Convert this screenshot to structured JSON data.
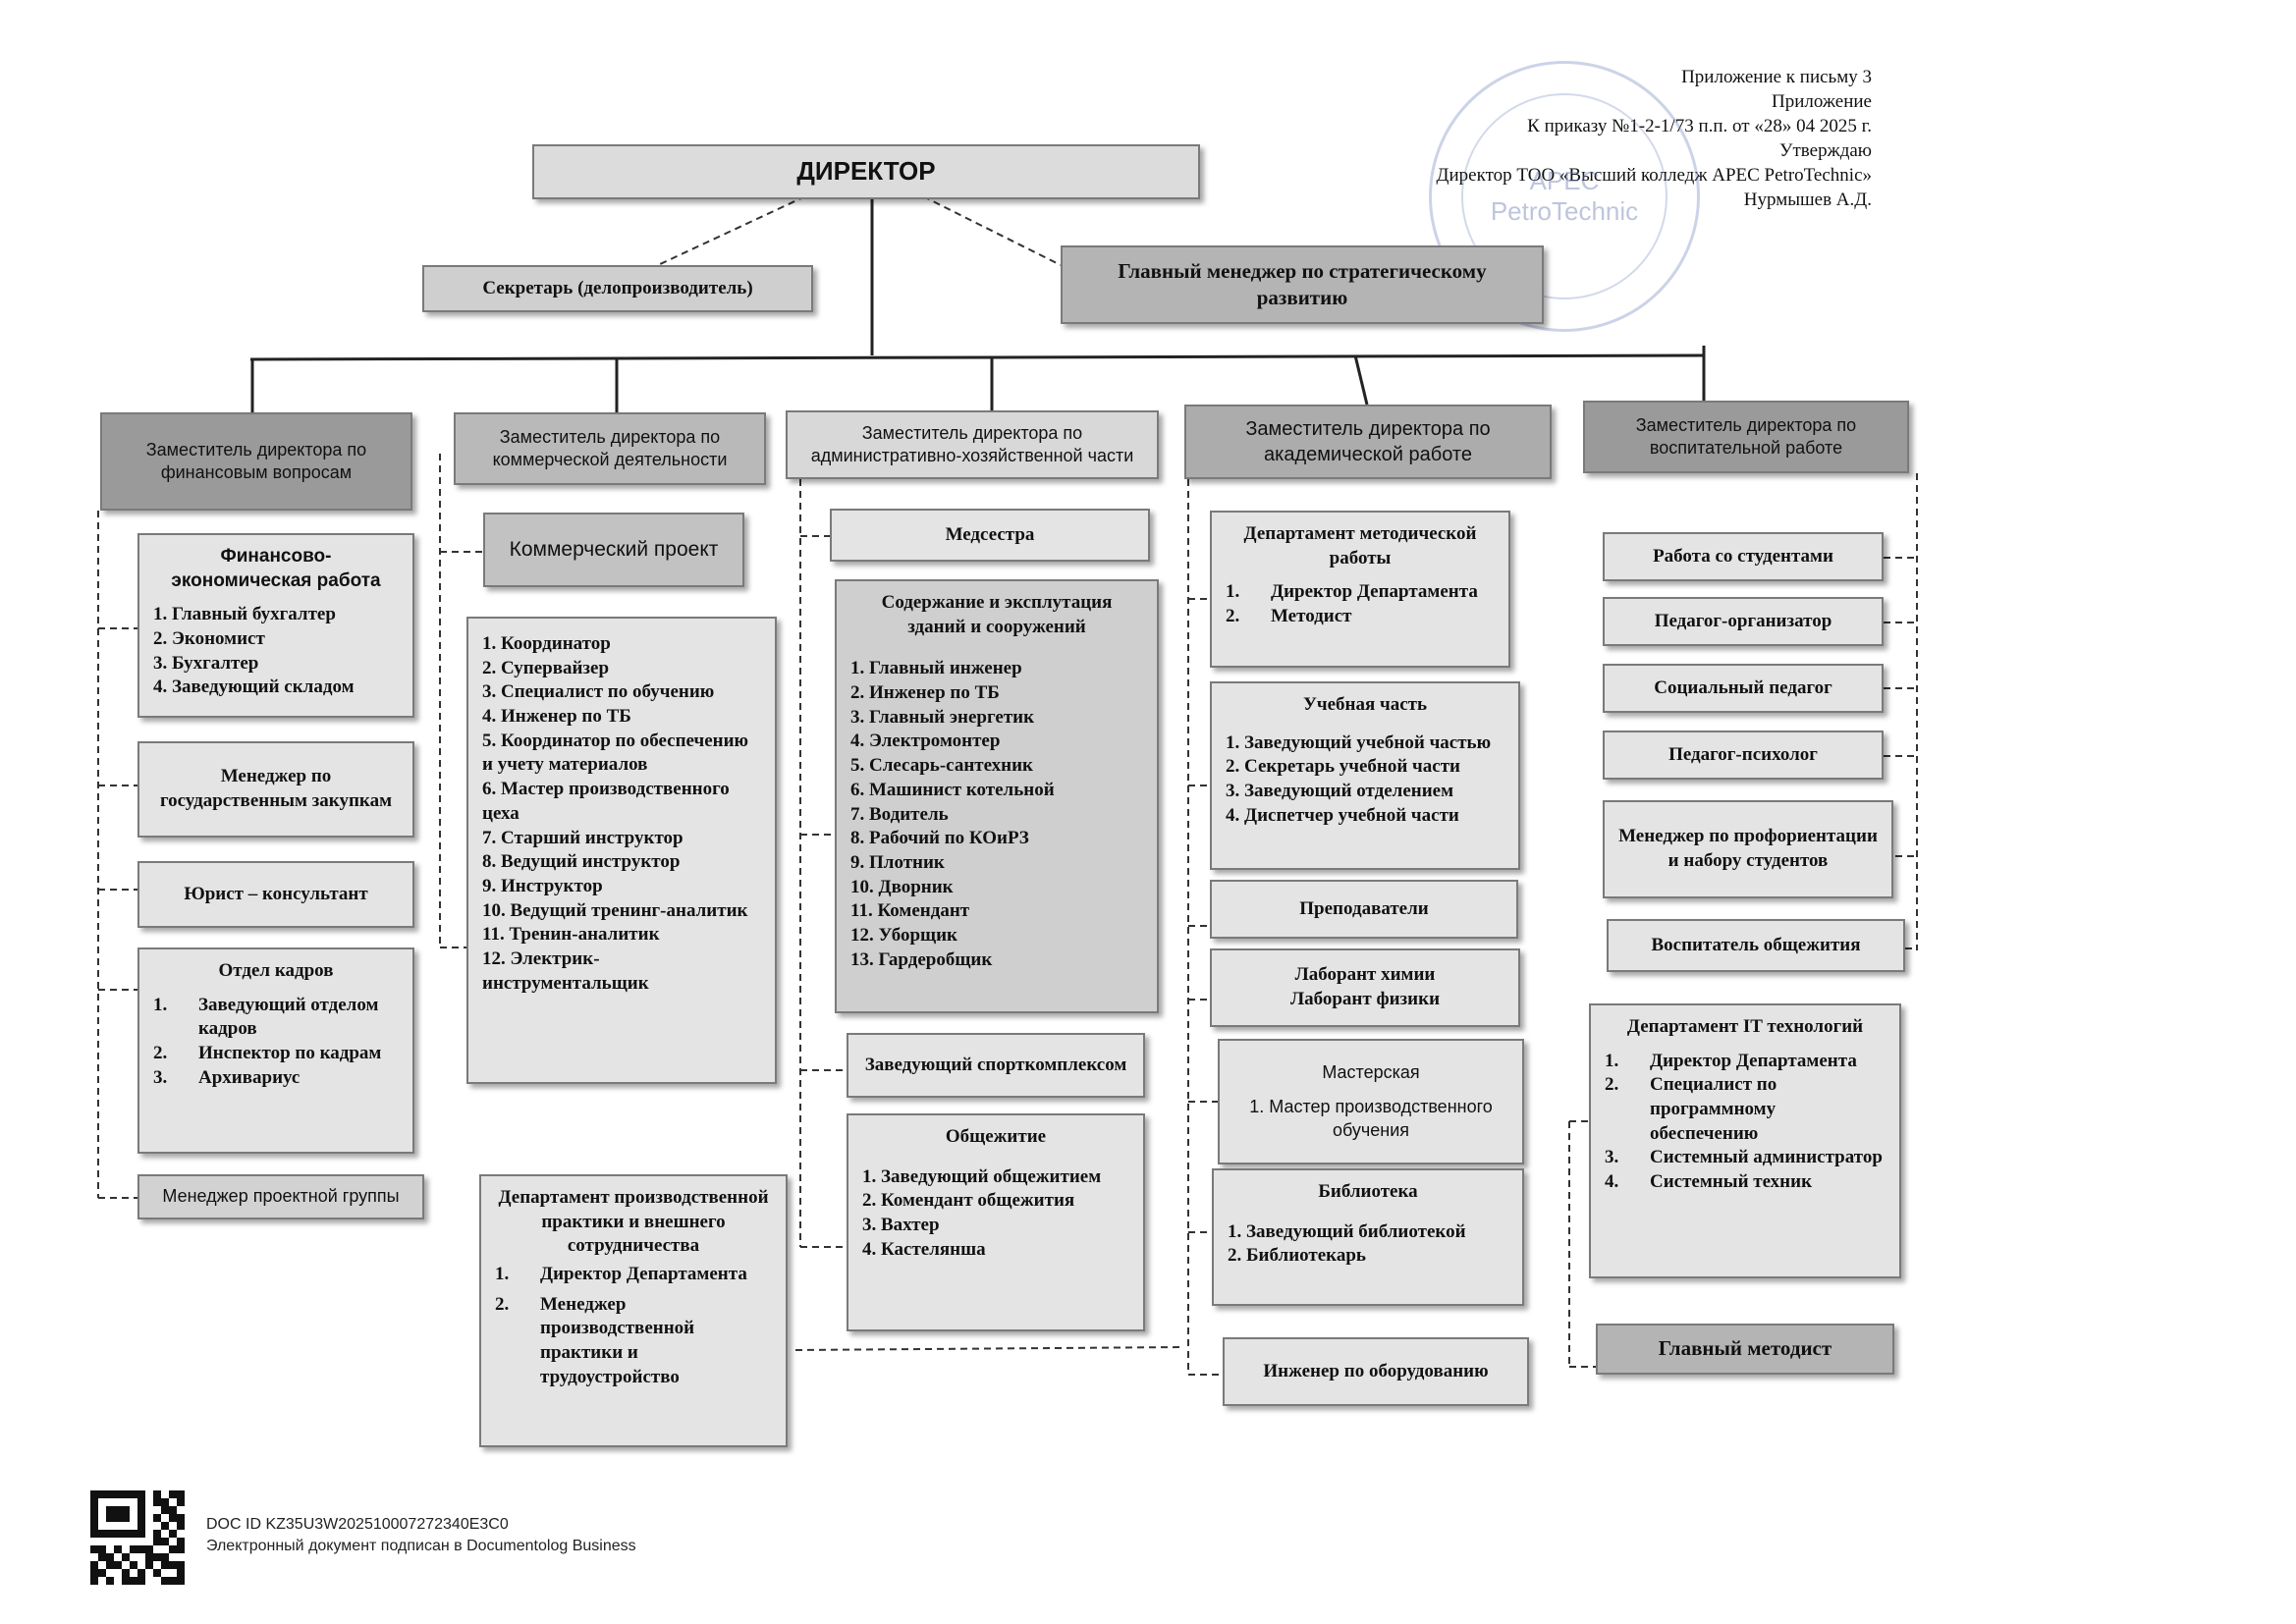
{
  "approval": {
    "line1": "Приложение к письму 3",
    "line2": "Приложение",
    "line3": "К приказу №1-2-1/73 п.п. от «28» 04 2025 г.",
    "line4": "Утверждаю",
    "line5": "Директор ТОО «Высший колледж APEC PetroTechnic»",
    "line6": "Нурмышев А.Д."
  },
  "stamp": {
    "text": "APEC PetroTechnic"
  },
  "director": "ДИРЕКТОР",
  "secretary": "Секретарь (делопроизводитель)",
  "strategy_manager": "Главный  менеджер по стратегическому развитию",
  "deputies": {
    "finance": "Заместитель директора по финансовым вопросам",
    "commercial": "Заместитель директора по коммерческой деятельности",
    "admin": "Заместитель директора по административно-хозяйственной части",
    "academic": "Заместитель директора по академической работе",
    "education": "Заместитель директора по воспитательной работе"
  },
  "finance": {
    "fin_econ": {
      "title": "Финансово-экономическая работа",
      "items": [
        "1. Главный бухгалтер",
        "2. Экономист",
        "3. Бухгалтер",
        "4. Заведующий складом"
      ]
    },
    "procurement": "Менеджер по государственным закупкам",
    "lawyer": "Юрист – консультант",
    "hr": {
      "title": "Отдел кадров",
      "items": [
        {
          "n": "1.",
          "t": "Заведующий отделом кадров"
        },
        {
          "n": "2.",
          "t": "Инспектор по кадрам"
        },
        {
          "n": "3.",
          "t": "Архивариус"
        }
      ]
    },
    "project_manager": "Менеджер проектной группы"
  },
  "commercial": {
    "project": "Коммерческий проект",
    "items": [
      "1. Координатор",
      "2. Супервайзер",
      "3. Специалист по обучению",
      "4. Инженер по ТБ",
      "5. Координатор по обеспечению и учету материалов",
      "6. Мастер производственного цеха",
      "7. Старший инструктор",
      "8. Ведущий инструктор",
      "9. Инструктор",
      "10. Ведущий тренинг-аналитик",
      "11. Тренин-аналитик",
      "12. Электрик-инструментальщик"
    ],
    "practice": {
      "title": "Департамент производственной практики и внешнего сотрудничества",
      "items": [
        {
          "n": "1.",
          "t": "Директор Департамента"
        },
        {
          "n": "2.",
          "t": "Менеджер производственной практики и трудоустройство"
        }
      ]
    }
  },
  "admin": {
    "nurse": "Медсестра",
    "maintenance": {
      "title": "Содержание и эксплутация зданий и сооружений",
      "items": [
        "1. Главный инженер",
        "2. Инженер по ТБ",
        "3. Главный энергетик",
        "4. Электромонтер",
        "5. Слесарь-сантехник",
        "6. Машинист котельной",
        "7. Водитель",
        "8. Рабочий по КОиРЗ",
        "9. Плотник",
        "10. Дворник",
        "11. Комендант",
        "12. Уборщик",
        "13. Гардеробщик"
      ]
    },
    "sports": "Заведующий спорткомплексом",
    "dorm": {
      "title": "Общежитие",
      "items": [
        "1. Заведующий общежитием",
        "2. Комендант общежития",
        "3. Вахтер",
        "4. Кастелянша"
      ]
    }
  },
  "academic": {
    "methodical": {
      "title": "Департамент методической работы",
      "items": [
        {
          "n": "1.",
          "t": "Директор Департамента"
        },
        {
          "n": "2.",
          "t": "Методист"
        }
      ]
    },
    "study": {
      "title": "Учебная часть",
      "items": [
        "1. Заведующий учебной частью",
        "2. Секретарь учебной части",
        "3. Заведующий отделением",
        "4. Диспетчер учебной части"
      ]
    },
    "teachers": "Преподаватели",
    "lab": "Лаборант химии Лаборант физики",
    "workshop": {
      "title": "Мастерская",
      "items": [
        "1. Мастер производственного обучения"
      ]
    },
    "library": {
      "title": "Библиотека",
      "items": [
        "1. Заведующий библиотекой",
        "2. Библиотекарь"
      ]
    },
    "equipment": "Инженер по оборудованию"
  },
  "education": {
    "students": "Работа со студентами",
    "organizer": "Педагог-организатор",
    "social": "Социальный педагог",
    "psych": "Педагог-психолог",
    "career": "Менеджер по профориентации  и набору студентов",
    "dorm_tutor": "Воспитатель общежития",
    "it": {
      "title": "Департамент IT технологий",
      "items": [
        {
          "n": "1.",
          "t": "Директор Департамента"
        },
        {
          "n": "2.",
          "t": "Специалист по программному обеспечению"
        },
        {
          "n": "3.",
          "t": "Системный администратор"
        },
        {
          "n": "4.",
          "t": "Системный техник"
        }
      ]
    },
    "chief_methodist": "Главный методист"
  },
  "footer": {
    "doc_id": "DOC ID KZ35U3W202510007272340E3C0",
    "signed": "Электронный документ подписан в Documentolog Business"
  }
}
